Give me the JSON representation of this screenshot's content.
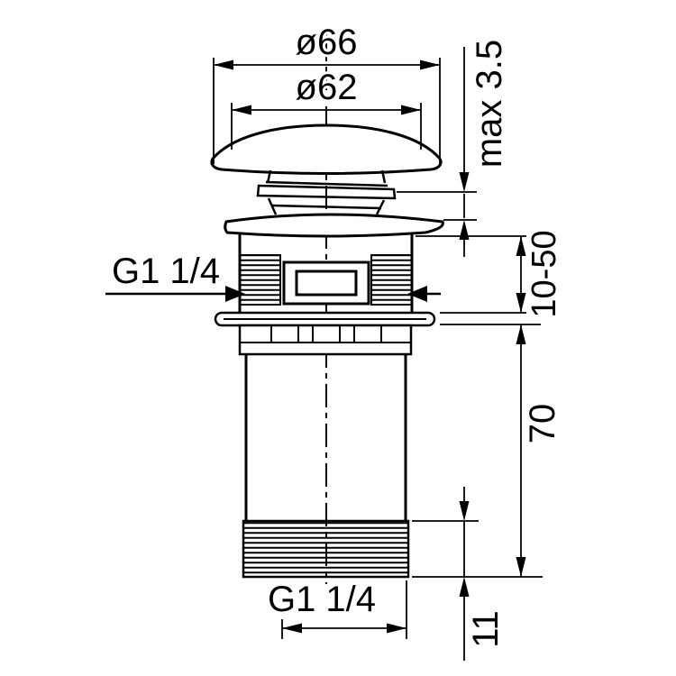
{
  "drawing": {
    "colors": {
      "line": "#000000",
      "background": "#ffffff"
    },
    "labels": {
      "cap_outer_diameter": "ø66",
      "cap_inner_diameter": "ø62",
      "max_gap": "max 3.5",
      "clamping_range": "10-50",
      "body_length": "70",
      "bottom_thread_length": "11",
      "side_thread_spec": "G1 1/4",
      "bottom_thread_spec": "G1 1/4"
    }
  }
}
